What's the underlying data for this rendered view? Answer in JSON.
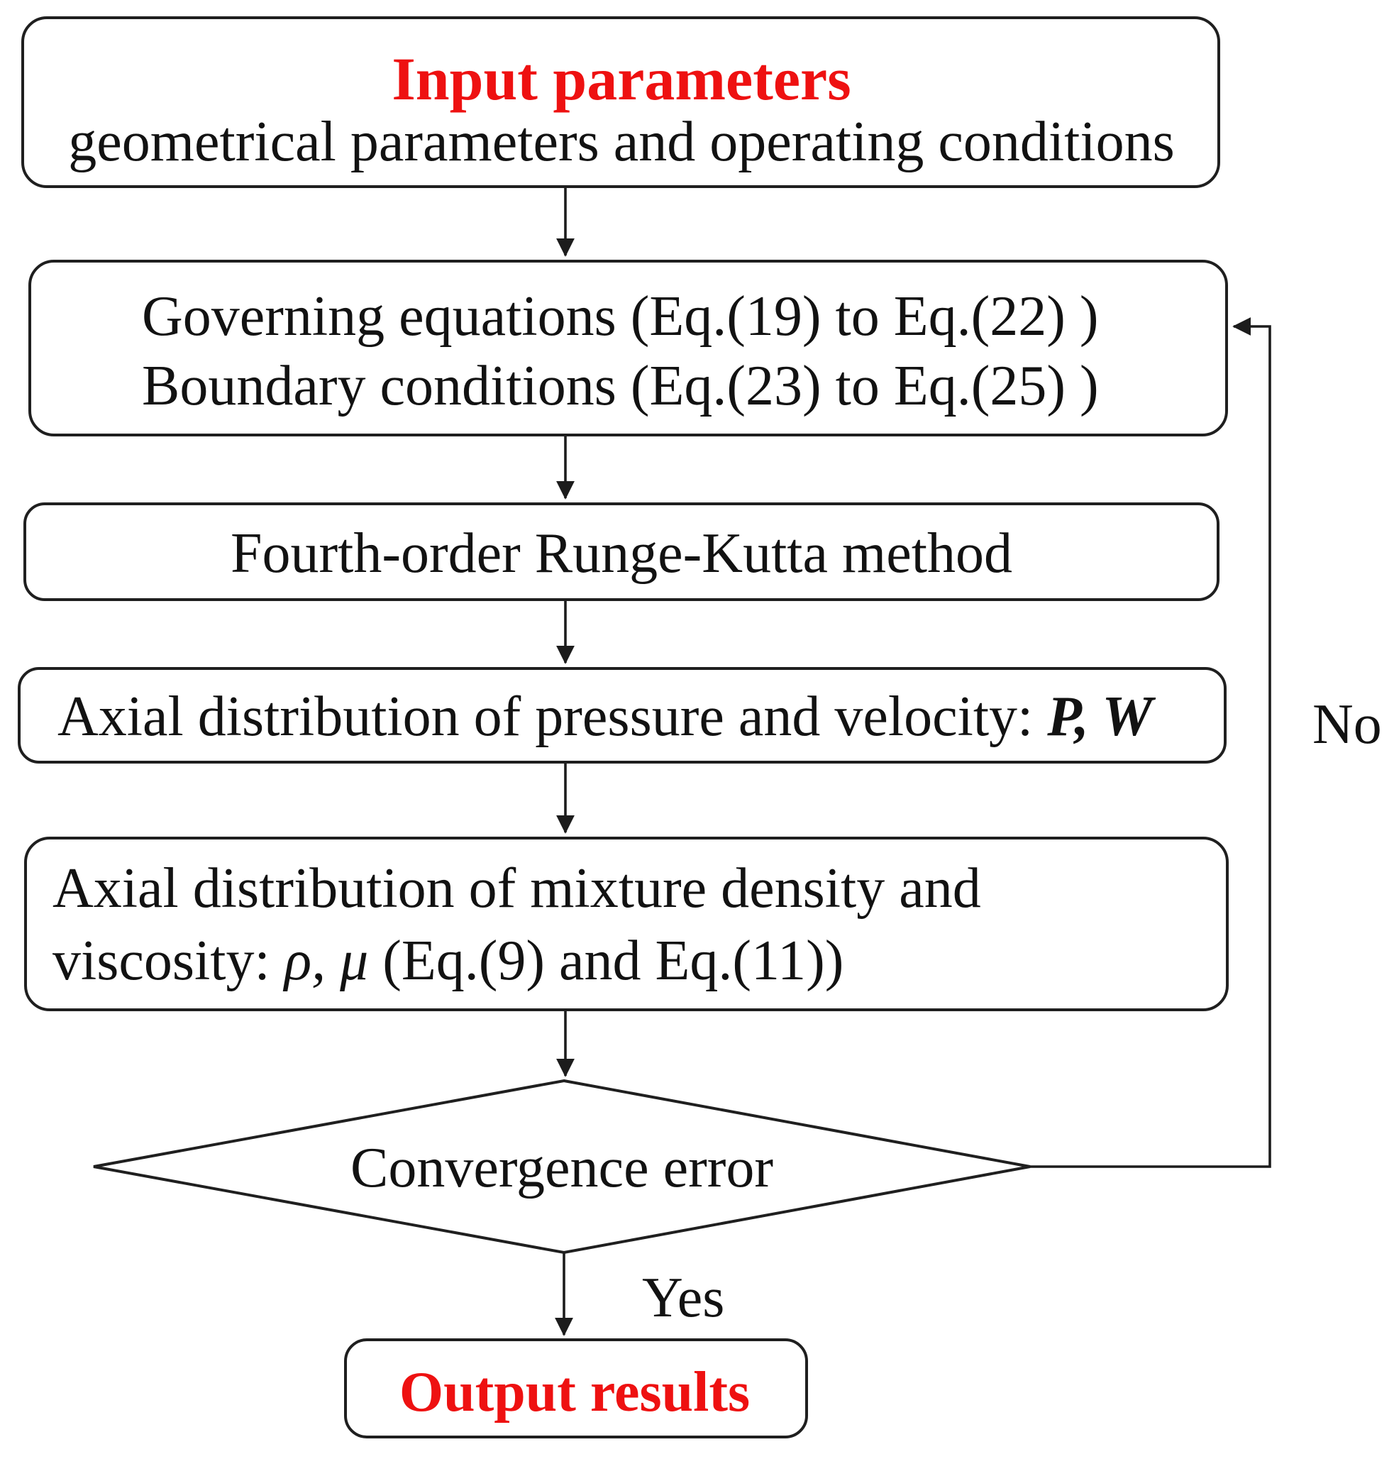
{
  "colors": {
    "accent_red": "#ee1111",
    "line": "#1c1c1c",
    "background": "#ffffff"
  },
  "flowchart": {
    "nodes": {
      "input": {
        "title": "Input parameters",
        "subtitle": "geometrical parameters and operating conditions"
      },
      "governing": {
        "line1": "Governing equations (Eq.(19) to Eq.(22) )",
        "line2": "Boundary conditions (Eq.(23) to Eq.(25) )"
      },
      "runge_kutta": {
        "label": "Fourth-order Runge-Kutta method"
      },
      "axial_pressure_velocity": {
        "prefix": "Axial distribution of pressure and velocity: ",
        "symbols": "P, W"
      },
      "axial_density_viscosity": {
        "line1": "Axial distribution of mixture density and",
        "line2_prefix": "viscosity: ",
        "line2_symbols": "ρ, μ",
        "line2_suffix": " (Eq.(9) and Eq.(11))"
      },
      "decision": {
        "label": "Convergence error"
      },
      "output": {
        "label": "Output results"
      }
    },
    "edge_labels": {
      "yes": "Yes",
      "no": "No"
    }
  }
}
